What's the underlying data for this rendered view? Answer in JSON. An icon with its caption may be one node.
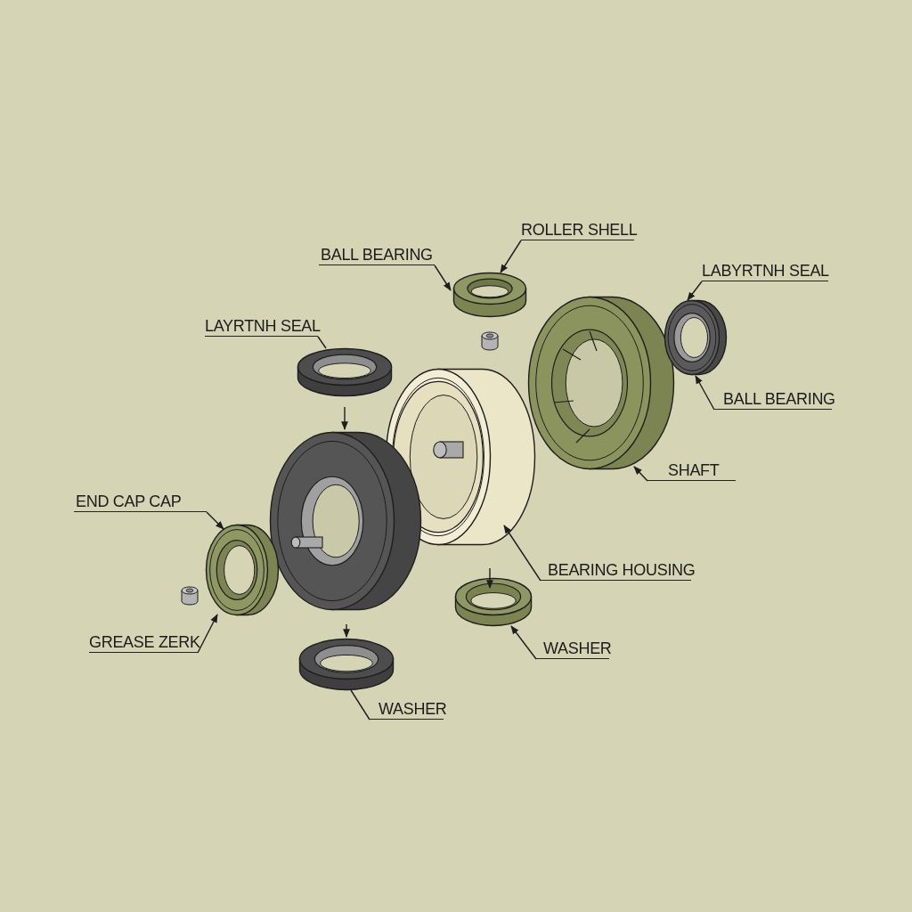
{
  "diagram": {
    "nodes": [
      {
        "text": [
          "BALL BEARING"
        ]
      },
      {
        "text": [
          "ROLLER SHELL"
        ]
      },
      {
        "text": [
          "LABYRTNH SEAL"
        ]
      },
      {
        "text": [
          "LAYRTNH SEAL"
        ]
      },
      {
        "text": [
          "BALL BEARING"
        ]
      },
      {
        "text": [
          "SHAFT"
        ]
      },
      {
        "text": [
          "END CAP CAP"
        ]
      },
      {
        "text": [
          "BEARING HOUSING"
        ]
      },
      {
        "text": [
          "GREASE ZERK"
        ]
      },
      {
        "text": [
          "WASHER"
        ]
      },
      {
        "text": [
          "WASHER"
        ]
      },
      {
        "text": [],
        "shape": "picture"
      },
      {
        "text": [],
        "shape": "picture"
      },
      {
        "text": [],
        "shape": "picture"
      },
      {
        "text": [],
        "shape": "picture"
      },
      {
        "text": [],
        "shape": "picture"
      },
      {
        "text": [],
        "shape": "picture"
      },
      {
        "text": [],
        "shape": "picture"
      },
      {
        "text": [],
        "shape": "picture"
      },
      {
        "text": [],
        "shape": "picture"
      }
    ],
    "edges": [
      {
        "from": 0,
        "to": 11,
        "arrow": "to"
      },
      {
        "from": 1,
        "to": 11,
        "arrow": "to"
      },
      {
        "from": 2,
        "to": 13,
        "arrow": "to"
      },
      {
        "from": 3,
        "to": 14,
        "arrow": "none"
      },
      {
        "from": 4,
        "to": 13,
        "arrow": "to"
      },
      {
        "from": 5,
        "to": 12,
        "arrow": "to"
      },
      {
        "from": 6,
        "to": 17,
        "arrow": "to"
      },
      {
        "from": 7,
        "to": 15,
        "arrow": "to"
      },
      {
        "from": 8,
        "to": 17,
        "arrow": "to"
      },
      {
        "from": 9,
        "to": 18,
        "arrow": "to"
      },
      {
        "from": 10,
        "to": 19,
        "arrow": "none"
      },
      {
        "from": null,
        "to": 16,
        "arrow": "to"
      },
      {
        "from": null,
        "to": 19,
        "arrow": "to"
      },
      {
        "from": null,
        "to": 18,
        "arrow": "to"
      }
    ]
  }
}
